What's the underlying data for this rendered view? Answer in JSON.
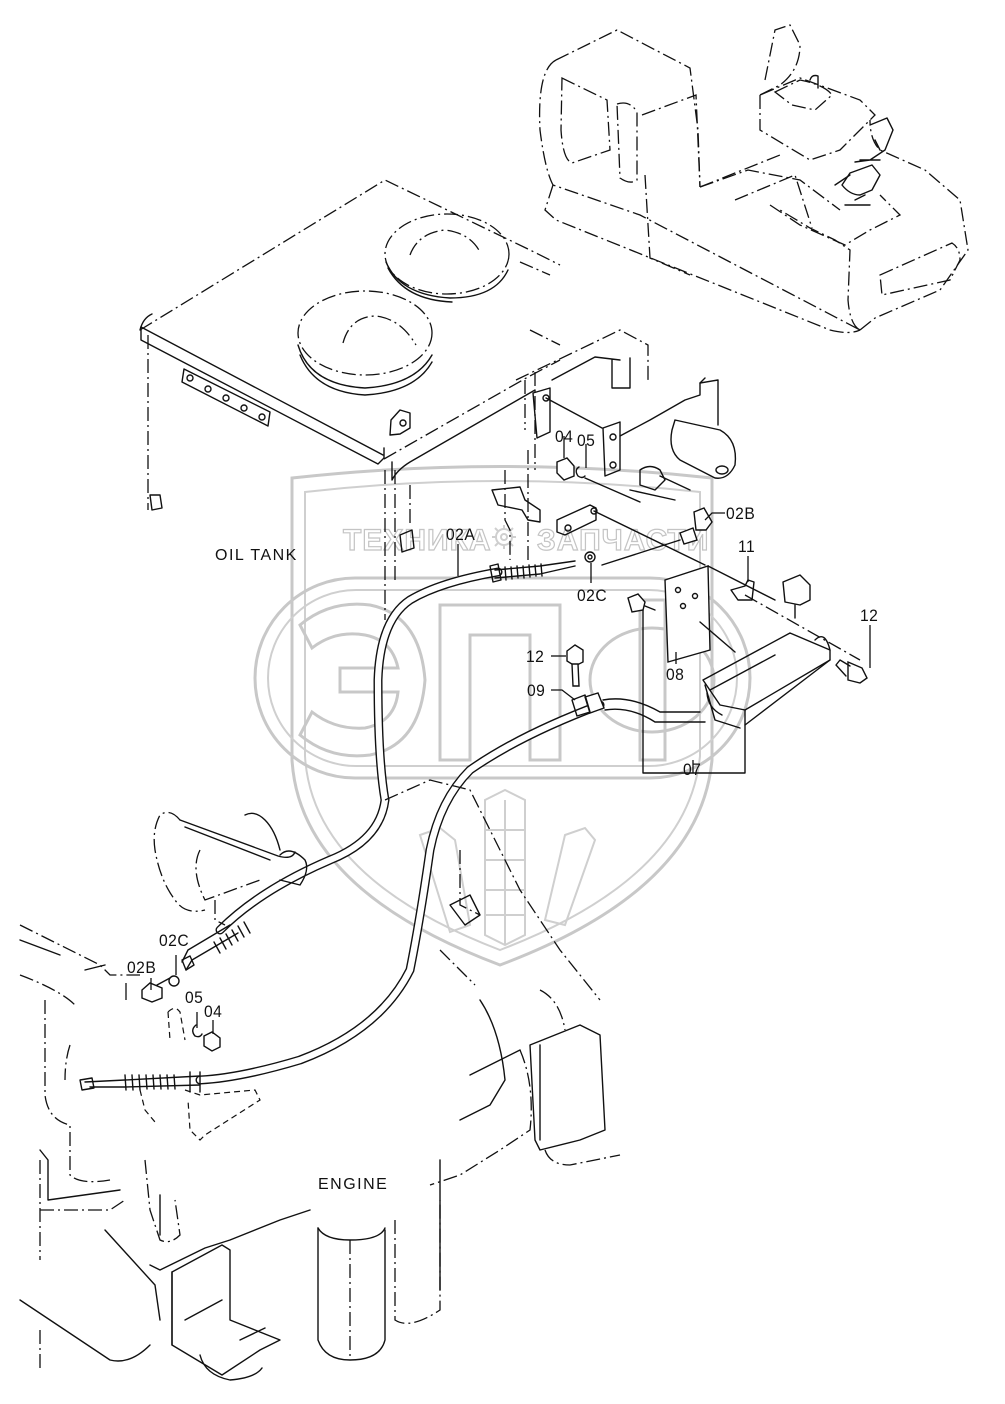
{
  "diagram": {
    "type": "exploded parts diagram",
    "subject": "Engine control cable routing between oil tank and engine (excavator)",
    "area_labels": {
      "oil_tank": "OIL TANK",
      "engine": "ENGINE"
    },
    "callouts": [
      {
        "id": "02A",
        "label": "02A",
        "part": "control cable"
      },
      {
        "id": "02B-upper",
        "label": "02B",
        "part": "ball joint (upper end)"
      },
      {
        "id": "02C-upper",
        "label": "02C",
        "part": "nut (upper end)"
      },
      {
        "id": "04-upper",
        "label": "04",
        "part": "nut (upper)"
      },
      {
        "id": "05-upper",
        "label": "05",
        "part": "snap ring (upper)"
      },
      {
        "id": "07",
        "label": "07",
        "part": "bracket assembly"
      },
      {
        "id": "08",
        "label": "08",
        "part": "plate"
      },
      {
        "id": "09",
        "label": "09",
        "part": "clamp"
      },
      {
        "id": "11",
        "label": "11",
        "part": "clip"
      },
      {
        "id": "12-left",
        "label": "12",
        "part": "bolt (clamp)"
      },
      {
        "id": "12-right",
        "label": "12",
        "part": "bolt (bracket)"
      },
      {
        "id": "02B-lower",
        "label": "02B",
        "part": "ball joint (engine end)"
      },
      {
        "id": "02C-lower",
        "label": "02C",
        "part": "nut (engine end)"
      },
      {
        "id": "05-lower",
        "label": "05",
        "part": "snap ring (engine end)"
      },
      {
        "id": "04-lower",
        "label": "04",
        "part": "nut (engine end)"
      }
    ]
  },
  "watermark": {
    "left_word": "ТЕХНИКА",
    "right_word": "ЗАПЧАСТИ",
    "logo_letters": "ЭПФ",
    "color": "#c8c8c8"
  },
  "colors": {
    "line": "#111111",
    "background": "#ffffff",
    "watermark": "#c8c8c8"
  }
}
